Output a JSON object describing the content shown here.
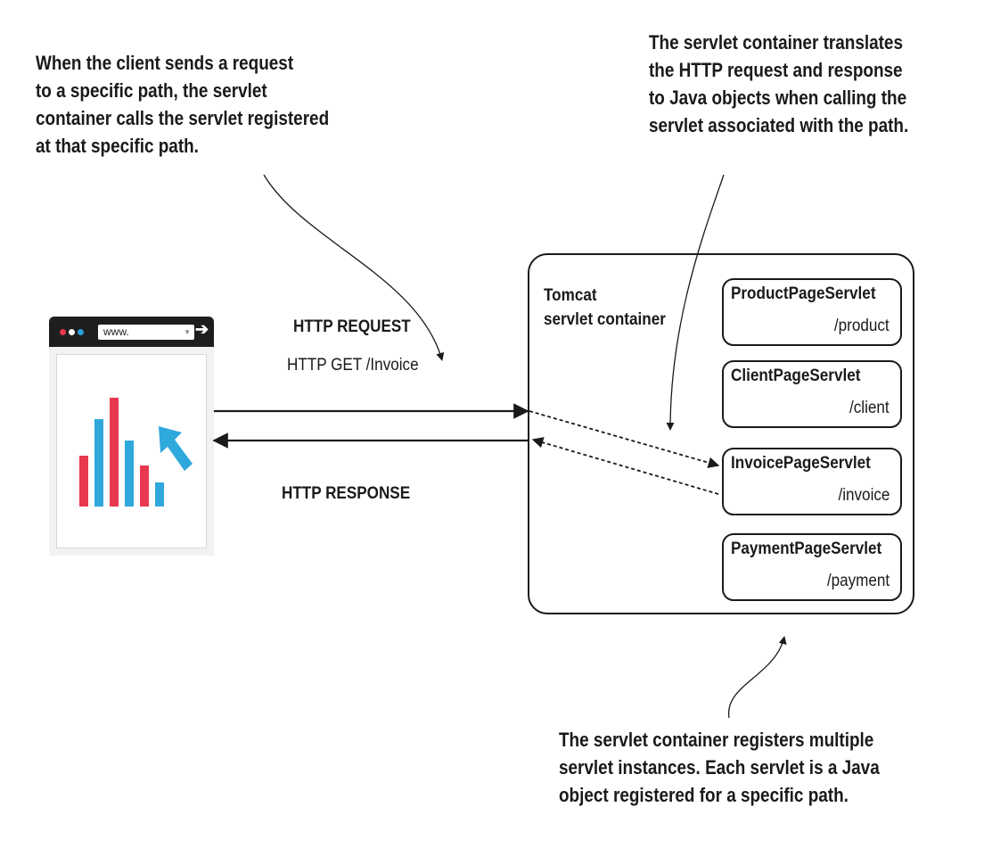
{
  "callouts": {
    "left": "When the client sends a request\nto a specific path, the servlet\ncontainer calls the servlet registered\nat that specific path.",
    "right": "The servlet container translates\nthe HTTP request and response\nto Java objects when calling the\nservlet associated with the path.",
    "bottom": "The servlet container registers multiple\nservlet instances. Each servlet is a Java\nobject registered for a specific path."
  },
  "browser": {
    "url": "www.",
    "dot_colors": [
      "#e8384f",
      "#ffffff",
      "#2f9fd8"
    ]
  },
  "request": {
    "title": "HTTP REQUEST",
    "detail": "HTTP GET /Invoice"
  },
  "response": {
    "title": "HTTP RESPONSE"
  },
  "container": {
    "title": "Tomcat\nservlet container"
  },
  "servlets": [
    {
      "name": "ProductPageServlet",
      "path": "/product"
    },
    {
      "name": "ClientPageServlet",
      "path": "/client"
    },
    {
      "name": "InvoicePageServlet",
      "path": "/invoice"
    },
    {
      "name": "PaymentPageServlet",
      "path": "/payment"
    }
  ],
  "colors": {
    "bar_red": "#e8384f",
    "bar_blue": "#2fa8dc",
    "cursor_blue": "#2fa8dc",
    "ink": "#1a1a1a"
  }
}
